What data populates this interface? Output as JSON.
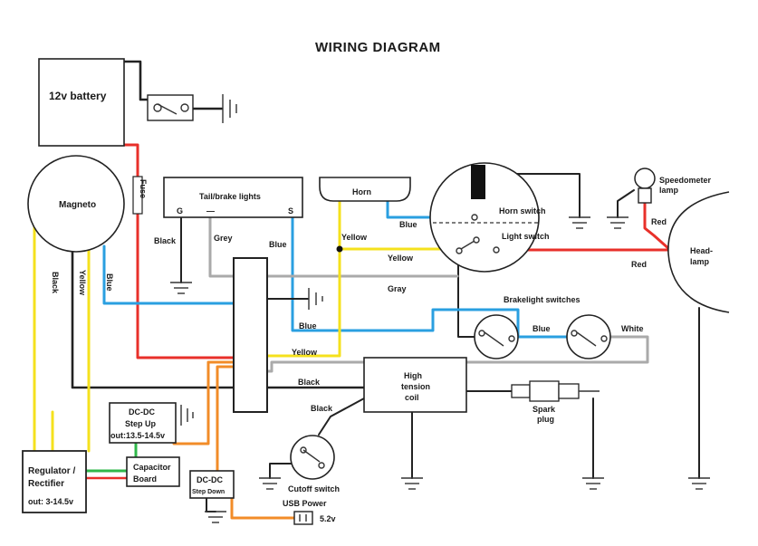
{
  "title": "WIRING DIAGRAM",
  "colors": {
    "red": "#e8302a",
    "yellow": "#f5e11d",
    "blue": "#2a9fe0",
    "gray": "#aaaaaa",
    "orange": "#f28c28",
    "green": "#2fb84a",
    "black": "#222222"
  },
  "components": {
    "battery": "12v battery",
    "fuse": "Fuse",
    "magneto": "Magneto",
    "tail_lights": "Tail/brake lights",
    "tail_g": "G",
    "tail_dash": "—",
    "tail_s": "S",
    "horn": "Horn",
    "horn_switch": "Horn switch",
    "light_switch": "Light switch",
    "speedometer_lamp": [
      "Speedometer",
      "lamp"
    ],
    "headlamp": [
      "Head-",
      "lamp"
    ],
    "brakelight_switches": "Brakelight switches",
    "high_tension_coil": [
      "High",
      "tension",
      "coil"
    ],
    "spark_plug": [
      "Spark",
      "plug"
    ],
    "cutoff_switch": "Cutoff switch",
    "dcdc_up": [
      "DC-DC",
      "Step Up",
      "out:13.5-14.5v"
    ],
    "regulator": [
      "Regulator /",
      "Rectifier",
      "out: 3-14.5v"
    ],
    "capacitor": [
      "Capacitor",
      "Board"
    ],
    "dcdc_down": [
      "DC-DC",
      "Step Down"
    ],
    "usb_power": "USB Power",
    "usb_voltage": "5.2v"
  },
  "wire_labels": {
    "black_tail": "Black",
    "grey_tail": "Grey",
    "blue_tail": "Blue",
    "yellow_horn": "Yellow",
    "blue_horn": "Blue",
    "yellow_light": "Yellow",
    "red_head": "Red",
    "red_speedo": "Red",
    "gray_mid": "Gray",
    "blue_mid": "Blue",
    "blue_brake": "Blue",
    "white_brake": "White",
    "yellow_low": "Yellow",
    "black_coil": "Black",
    "black_cutoff": "Black",
    "mag_black": "Black",
    "mag_yellow": "Yellow",
    "mag_blue": "Blue"
  }
}
